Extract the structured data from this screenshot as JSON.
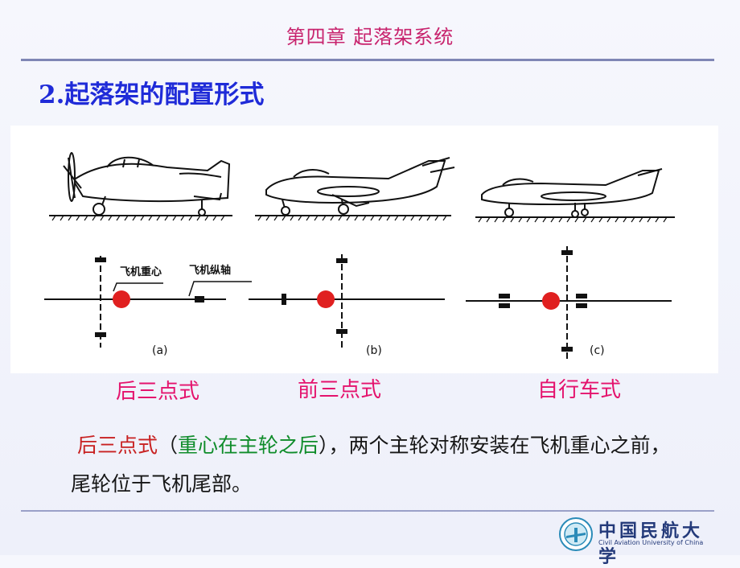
{
  "header": {
    "chapter_title": "第四章  起落架系统"
  },
  "section": {
    "heading": "2.起落架的配置形式"
  },
  "figure": {
    "labels": {
      "cg": "飞机重心",
      "axis": "飞机纵轴"
    },
    "captions": {
      "a": "(a)",
      "b": "(b)",
      "c": "(c)"
    }
  },
  "types": {
    "a": "后三点式",
    "b": "前三点式",
    "c": "自行车式"
  },
  "body": {
    "term": "后三点式",
    "paren_open": "（",
    "note": "重心在主轮之后",
    "rest_line": "），两个主轮对称安装在飞机重心之前，尾轮位于飞机尾部。"
  },
  "footer": {
    "university_cn": "中国民航大学",
    "university_en": "Civil Aviation University of China"
  },
  "colors": {
    "chapter": "#c8246e",
    "heading": "#1f2bd8",
    "type_label": "#e4136d",
    "term_red": "#c82121",
    "note_green": "#0f8c2a",
    "cg_dot": "#e02020"
  }
}
